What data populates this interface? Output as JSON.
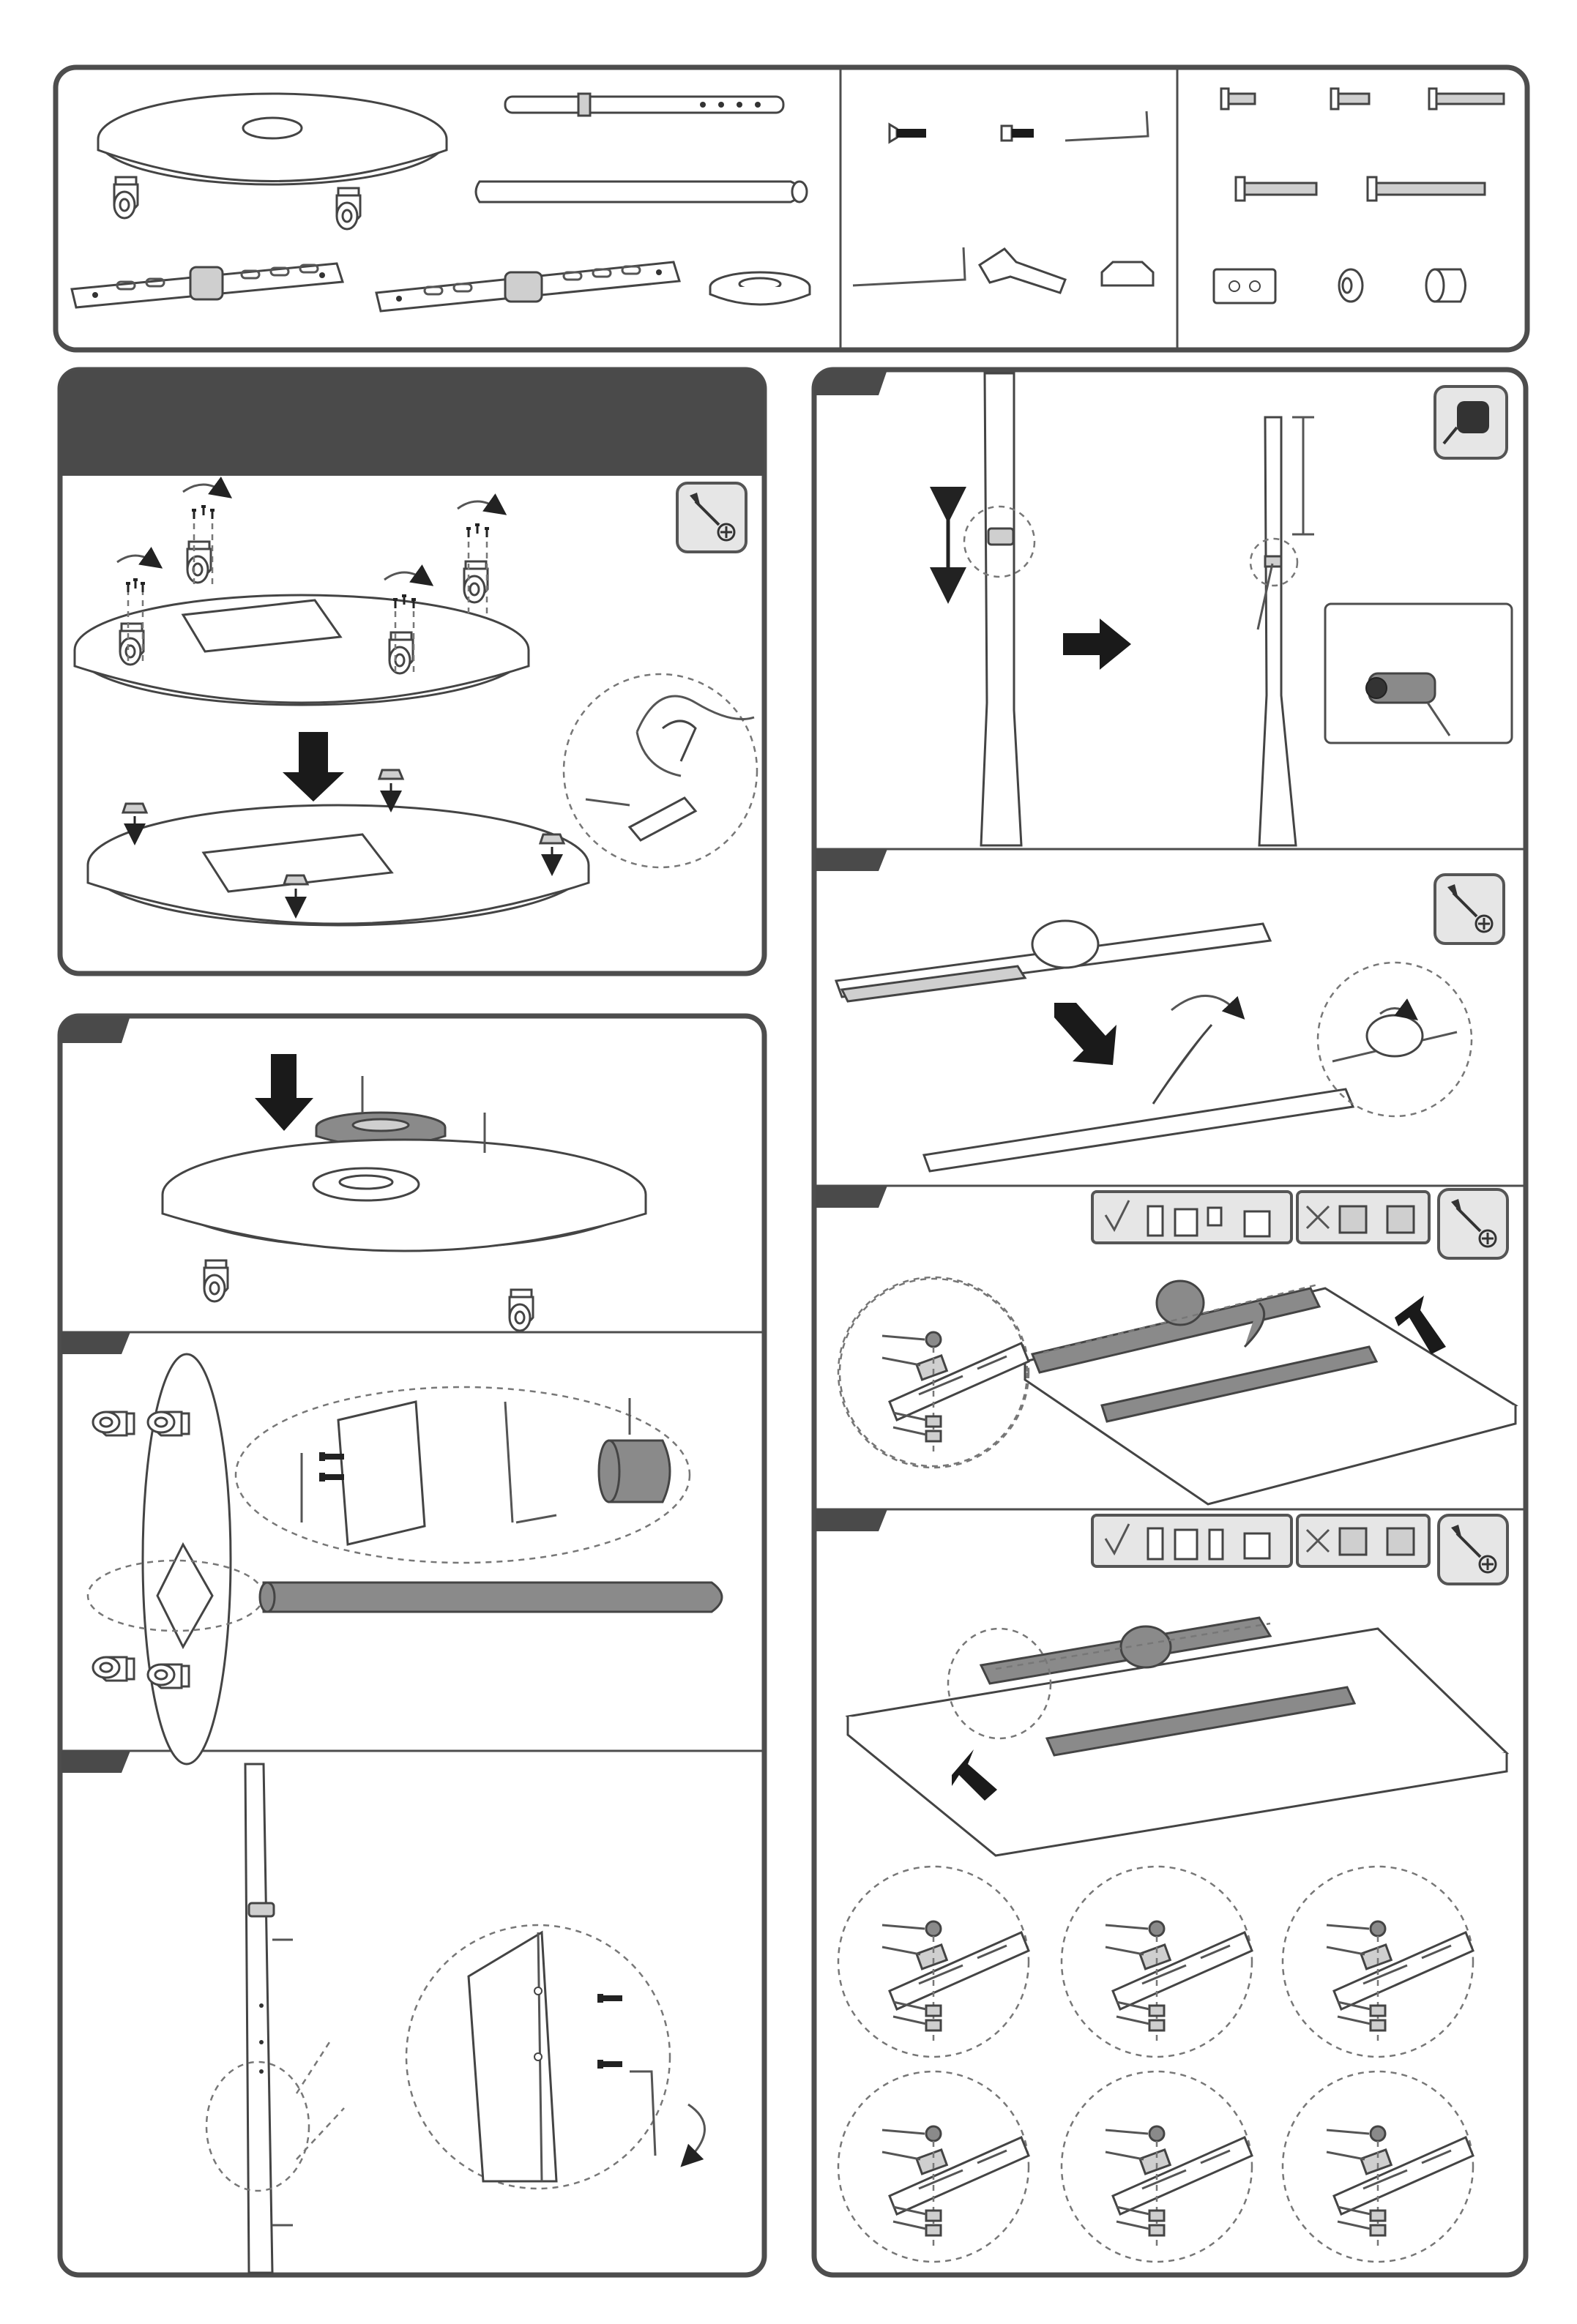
{
  "document": {
    "type": "assembly-instructions",
    "palette": {
      "frame": "#4d4d4d",
      "panel_tab": "#4a4a4a",
      "part_grey": "#8a8a8a",
      "icon_bg": "#e6e6e6"
    },
    "icons": {
      "screwdriver": "screwdriver-icon",
      "measuring_tape": "measuring-tape-icon",
      "check": "check-mark-icon",
      "cross": "cross-mark-icon"
    },
    "parts_panel": {
      "groups": [
        "main-parts",
        "tools-and-small-parts",
        "screws-and-spacers"
      ]
    },
    "steps": [
      {
        "id": "casters",
        "tool": "screwdriver-icon"
      },
      {
        "id": "base-plate"
      },
      {
        "id": "column"
      },
      {
        "id": "column-joint"
      },
      {
        "id": "height-clamp",
        "tool": "measuring-tape-icon"
      },
      {
        "id": "bracket-assembly",
        "tool": "screwdriver-icon"
      },
      {
        "id": "tv-mount-flat",
        "tool": "screwdriver-icon"
      },
      {
        "id": "tv-mount-spacers",
        "tool": "screwdriver-icon"
      }
    ]
  }
}
